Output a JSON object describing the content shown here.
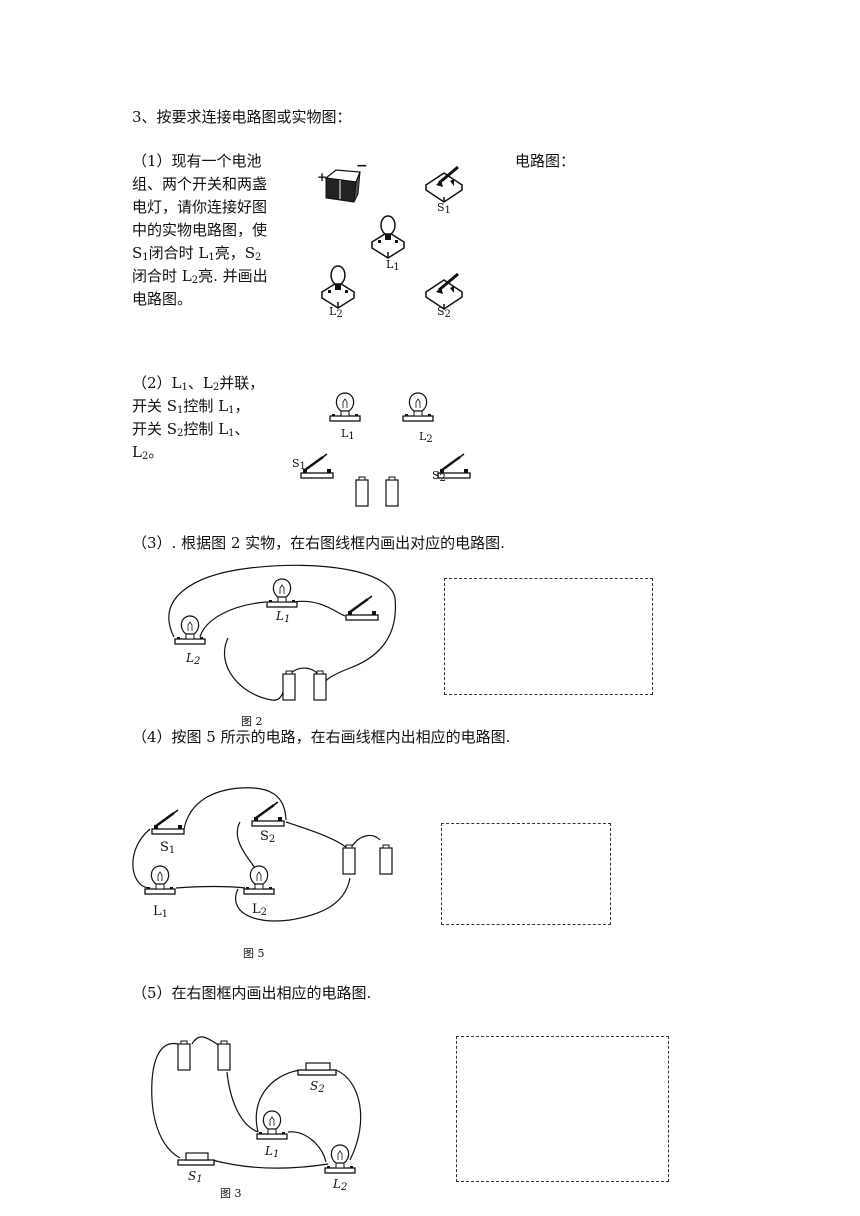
{
  "heading": "3、按要求连接电路图或实物图：",
  "q1": {
    "lines": [
      "（1）现有一个电池",
      "组、两个开关和两盏",
      "电灯，请你连接好图",
      "中的实物电路图，使"
    ],
    "l5a": "S",
    "l5b": "1",
    "l5c": "闭合时 L",
    "l5d": "1",
    "l5e": "亮，S",
    "l5f": "2",
    "l6a": "闭合时 L",
    "l6b": "2",
    "l6c": "亮. 并画出",
    "l7": "电路图。",
    "right_label": "电路图：",
    "labels": {
      "s1": "S",
      "s1sub": "1",
      "l1": "L",
      "l1sub": "1",
      "l2": "L",
      "l2sub": "2",
      "s2": "S",
      "s2sub": "2"
    }
  },
  "q2": {
    "l1a": "（2）L",
    "l1b": "1",
    "l1c": "、L",
    "l1d": "2",
    "l1e": "并联，",
    "l2a": "开关 S",
    "l2b": "1",
    "l2c": "控制 L",
    "l2d": "1",
    "l2e": "，",
    "l3a": "开关 S",
    "l3b": "2",
    "l3c": "控制 L",
    "l3d": "1",
    "l3e": "、",
    "l4a": "L",
    "l4b": "2",
    "l4c": "。",
    "labels": {
      "l1": "L",
      "l1sub": "1",
      "l2": "L",
      "l2sub": "2",
      "s1": "S",
      "s1sub": "1",
      "s2": "S",
      "s2sub": "2"
    }
  },
  "q3": {
    "text": "（3）. 根据图 2 实物，在右图线框内画出对应的电路图.",
    "caption": "图 2",
    "labels": {
      "l1": "L",
      "l1sub": "1",
      "l2": "L",
      "l2sub": "2"
    }
  },
  "q4": {
    "text": "（4）按图 5 所示的电路，在右画线框内出相应的电路图.",
    "caption": "图 5",
    "labels": {
      "s1": "S",
      "s1sub": "1",
      "s2": "S",
      "s2sub": "2",
      "l1": "L",
      "l1sub": "1",
      "l2": "L",
      "l2sub": "2"
    }
  },
  "q5": {
    "text": "（5）在右图框内画出相应的电路图.",
    "caption": "图 3",
    "labels": {
      "s1": "S",
      "s1sub": "1",
      "s2": "S",
      "s2sub": "2",
      "l1": "L",
      "l1sub": "1",
      "l2": "L",
      "l2sub": "2"
    }
  }
}
